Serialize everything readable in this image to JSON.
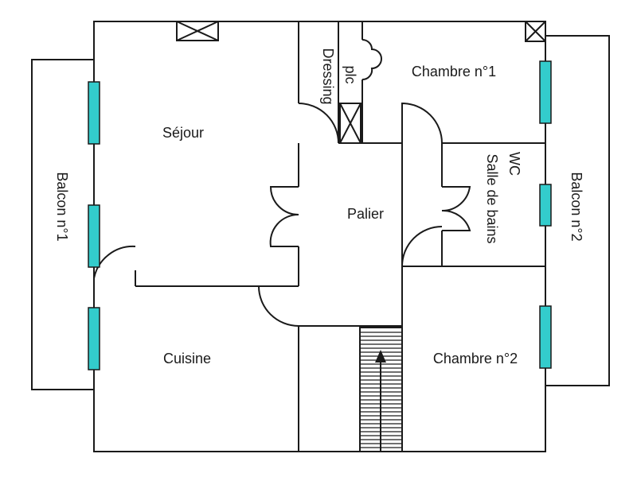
{
  "colors": {
    "wall": "#1a1a1a",
    "window": "#33cccc",
    "background": "#ffffff"
  },
  "rooms": {
    "sejour": "Séjour",
    "palier": "Palier",
    "cuisine": "Cuisine",
    "chambre1": "Chambre n°1",
    "chambre2": "Chambre n°2",
    "balcon1": "Balcon n°1",
    "balcon2": "Balcon n°2",
    "dressing": "Dressing",
    "placard": "plc",
    "wc": "WC",
    "salle_de_bains": "Salle de bains"
  }
}
